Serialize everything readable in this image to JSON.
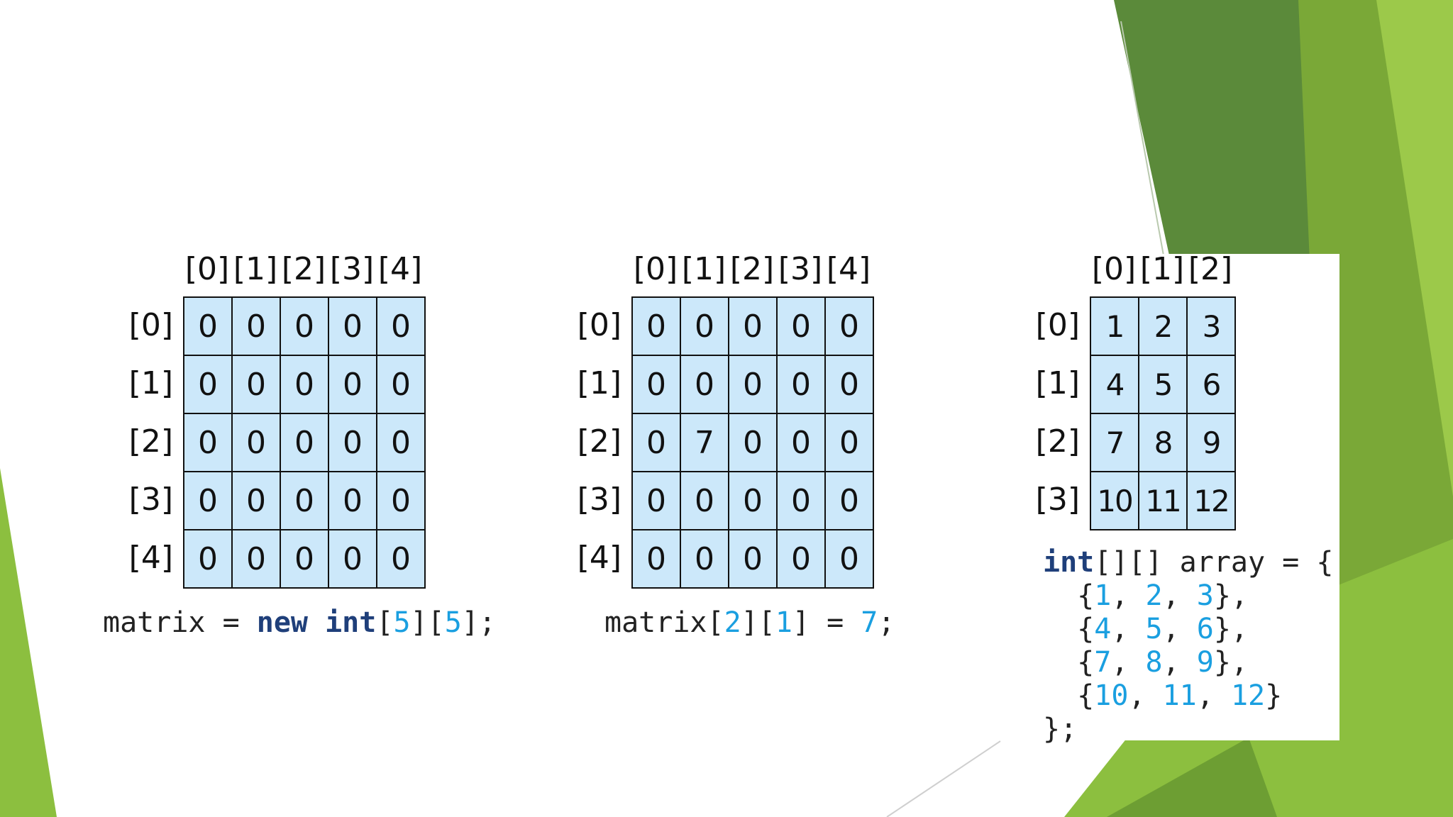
{
  "colors": {
    "cell_fill": "#cce8fa",
    "code_number": "#1a9fe0",
    "keyword": "#1f3f7a",
    "green_dark": "#5b8a3a",
    "green_light": "#8cbf3f"
  },
  "grid_a": {
    "col_labels": [
      "[0]",
      "[1]",
      "[2]",
      "[3]",
      "[4]"
    ],
    "row_labels": [
      "[0]",
      "[1]",
      "[2]",
      "[3]",
      "[4]"
    ],
    "rows": [
      [
        "0",
        "0",
        "0",
        "0",
        "0"
      ],
      [
        "0",
        "0",
        "0",
        "0",
        "0"
      ],
      [
        "0",
        "0",
        "0",
        "0",
        "0"
      ],
      [
        "0",
        "0",
        "0",
        "0",
        "0"
      ],
      [
        "0",
        "0",
        "0",
        "0",
        "0"
      ]
    ],
    "code": {
      "var": "matrix",
      "op": " = ",
      "kw1": "new",
      "kw2": "int",
      "b1": "[",
      "n1": "5",
      "b2": "][",
      "n2": "5",
      "b3": "];"
    }
  },
  "grid_b": {
    "col_labels": [
      "[0]",
      "[1]",
      "[2]",
      "[3]",
      "[4]"
    ],
    "row_labels": [
      "[0]",
      "[1]",
      "[2]",
      "[3]",
      "[4]"
    ],
    "rows": [
      [
        "0",
        "0",
        "0",
        "0",
        "0"
      ],
      [
        "0",
        "0",
        "0",
        "0",
        "0"
      ],
      [
        "0",
        "7",
        "0",
        "0",
        "0"
      ],
      [
        "0",
        "0",
        "0",
        "0",
        "0"
      ],
      [
        "0",
        "0",
        "0",
        "0",
        "0"
      ]
    ],
    "code": {
      "var": "matrix[",
      "n1": "2",
      "b1": "][",
      "n2": "1",
      "b2": "] = ",
      "n3": "7",
      "end": ";"
    }
  },
  "grid_c": {
    "col_labels": [
      "[0]",
      "[1]",
      "[2]"
    ],
    "row_labels": [
      "[0]",
      "[1]",
      "[2]",
      "[3]"
    ],
    "rows": [
      [
        "1",
        "2",
        "3"
      ],
      [
        "4",
        "5",
        "6"
      ],
      [
        "7",
        "8",
        "9"
      ],
      [
        "10",
        "11",
        "12"
      ]
    ],
    "code": {
      "kw": "int",
      "decl": "[][] array = {",
      "lines": [
        [
          "1",
          "2",
          "3"
        ],
        [
          "4",
          "5",
          "6"
        ],
        [
          "7",
          "8",
          "9"
        ],
        [
          "10",
          "11",
          "12"
        ]
      ],
      "end": "};"
    }
  }
}
